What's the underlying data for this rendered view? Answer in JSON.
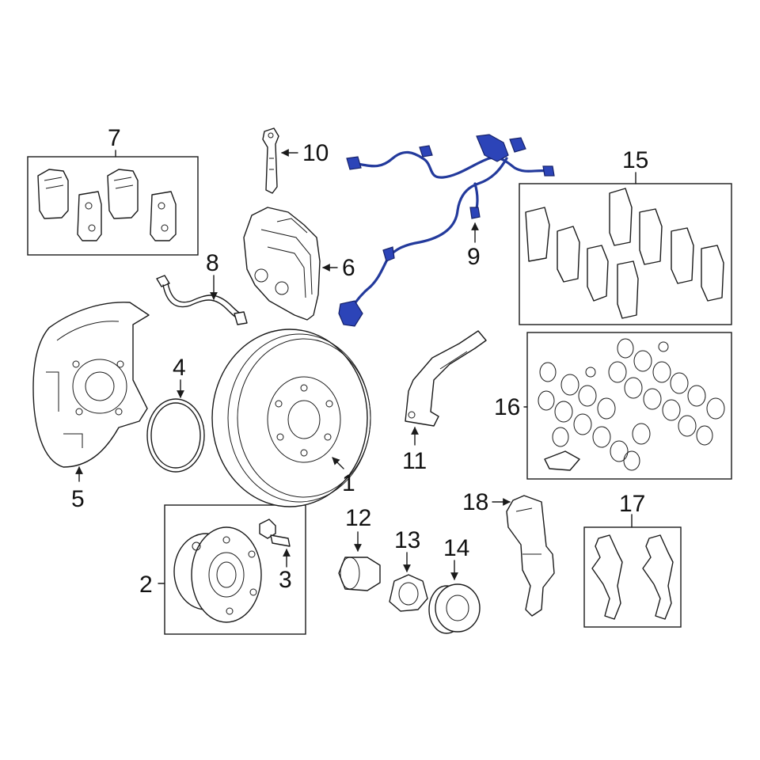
{
  "callouts": [
    {
      "id": "1",
      "text": "1"
    },
    {
      "id": "2",
      "text": "2"
    },
    {
      "id": "3",
      "text": "3"
    },
    {
      "id": "4",
      "text": "4"
    },
    {
      "id": "5",
      "text": "5"
    },
    {
      "id": "6",
      "text": "6"
    },
    {
      "id": "7",
      "text": "7"
    },
    {
      "id": "8",
      "text": "8"
    },
    {
      "id": "9",
      "text": "9"
    },
    {
      "id": "10",
      "text": "10"
    },
    {
      "id": "11",
      "text": "11"
    },
    {
      "id": "12",
      "text": "12"
    },
    {
      "id": "13",
      "text": "13"
    },
    {
      "id": "14",
      "text": "14"
    },
    {
      "id": "15",
      "text": "15"
    },
    {
      "id": "16",
      "text": "16"
    },
    {
      "id": "17",
      "text": "17"
    },
    {
      "id": "18",
      "text": "18"
    }
  ],
  "highlight_color": "#2c44b8",
  "line_color": "#1a1a1a"
}
